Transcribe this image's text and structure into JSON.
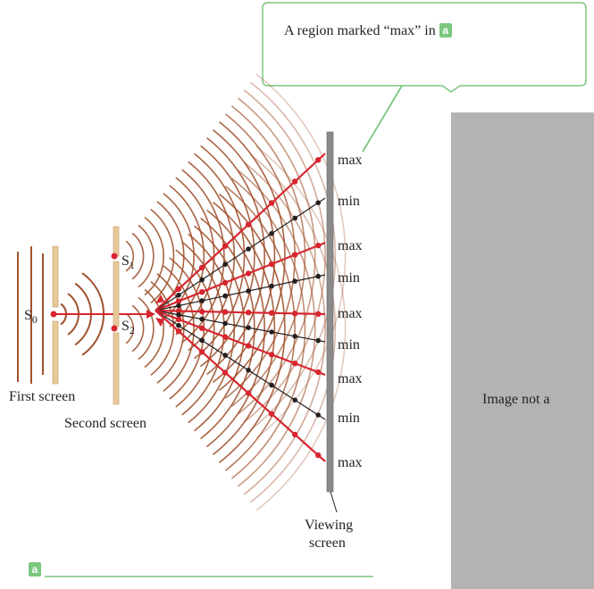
{
  "callout": {
    "text": "A region marked “max” in",
    "badge": "a"
  },
  "labels": {
    "source": "S",
    "source_sub": "0",
    "slit1": "S",
    "slit1_sub": "1",
    "slit2": "S",
    "slit2_sub": "2",
    "first_screen": "First screen",
    "second_screen": "Second screen",
    "viewing_screen_line1": "Viewing",
    "viewing_screen_line2": "screen"
  },
  "fringes": [
    "max",
    "min",
    "max",
    "min",
    "max",
    "min",
    "max",
    "min",
    "max"
  ],
  "placeholder": {
    "text": "Image not a"
  },
  "panel_label": "a",
  "colors": {
    "wavefront": "#a0522d",
    "max_ray": "#d7262f",
    "min_ray": "#231f20",
    "screen_tan": "#e8c99a",
    "viewing_screen": "#8a8a8a",
    "callout_border": "#7bc67e",
    "placeholder_bg": "#b3b3b3"
  }
}
